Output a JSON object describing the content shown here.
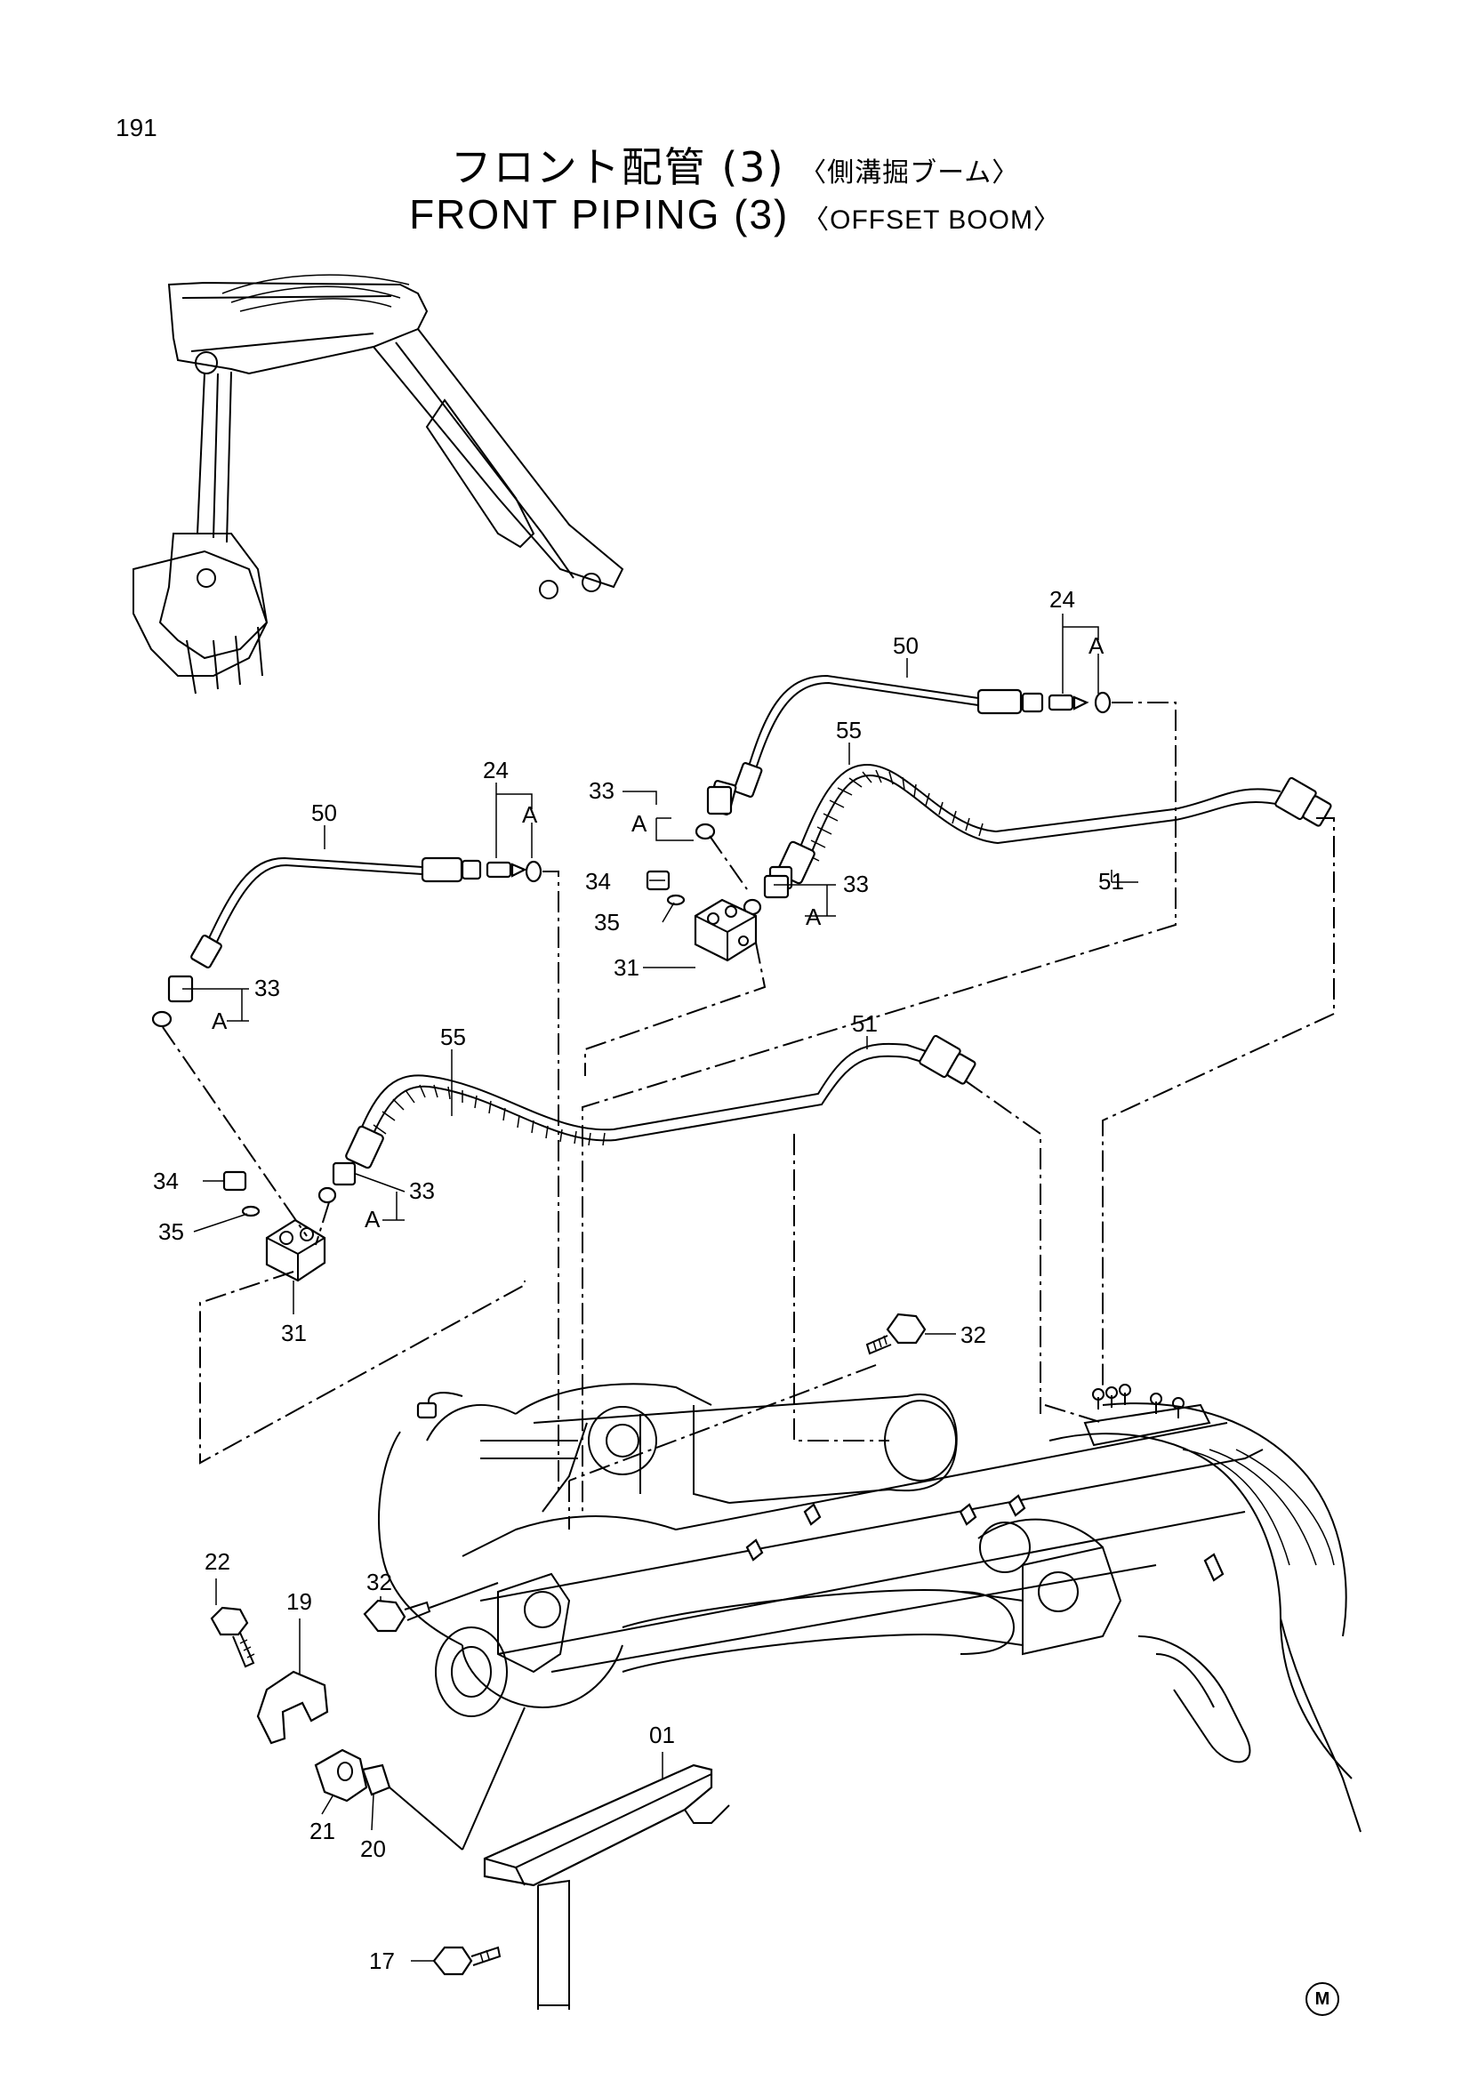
{
  "page_number": "191",
  "title": {
    "jp_main": "フロント配管 (3)",
    "jp_sub": "〈側溝掘ブーム〉",
    "en_main": "FRONT PIPING (3)",
    "en_sub": "〈OFFSET BOOM〉"
  },
  "callouts": [
    {
      "id": "c-24-right",
      "text": "24"
    },
    {
      "id": "c-A-right-24",
      "text": "A"
    },
    {
      "id": "c-50-right",
      "text": "50"
    },
    {
      "id": "c-55-right",
      "text": "55"
    },
    {
      "id": "c-33-right-a",
      "text": "33"
    },
    {
      "id": "c-A-right-33a",
      "text": "A"
    },
    {
      "id": "c-51-right",
      "text": "51"
    },
    {
      "id": "c-34-right",
      "text": "34"
    },
    {
      "id": "c-33-right-b",
      "text": "33"
    },
    {
      "id": "c-35-right",
      "text": "35"
    },
    {
      "id": "c-A-right-33b",
      "text": "A"
    },
    {
      "id": "c-31-right",
      "text": "31"
    },
    {
      "id": "c-24-left",
      "text": "24"
    },
    {
      "id": "c-A-left-24",
      "text": "A"
    },
    {
      "id": "c-50-left",
      "text": "50"
    },
    {
      "id": "c-33-left-a",
      "text": "33"
    },
    {
      "id": "c-A-left-33a",
      "text": "A"
    },
    {
      "id": "c-55-left",
      "text": "55"
    },
    {
      "id": "c-51-left",
      "text": "51"
    },
    {
      "id": "c-34-left",
      "text": "34"
    },
    {
      "id": "c-33-left-b",
      "text": "33"
    },
    {
      "id": "c-35-left",
      "text": "35"
    },
    {
      "id": "c-A-left-33b",
      "text": "A"
    },
    {
      "id": "c-31-left",
      "text": "31"
    },
    {
      "id": "c-32-top",
      "text": "32"
    },
    {
      "id": "c-22",
      "text": "22"
    },
    {
      "id": "c-19",
      "text": "19"
    },
    {
      "id": "c-32-left",
      "text": "32"
    },
    {
      "id": "c-21",
      "text": "21"
    },
    {
      "id": "c-20",
      "text": "20"
    },
    {
      "id": "c-01",
      "text": "01"
    },
    {
      "id": "c-17",
      "text": "17"
    }
  ],
  "mark": "M"
}
